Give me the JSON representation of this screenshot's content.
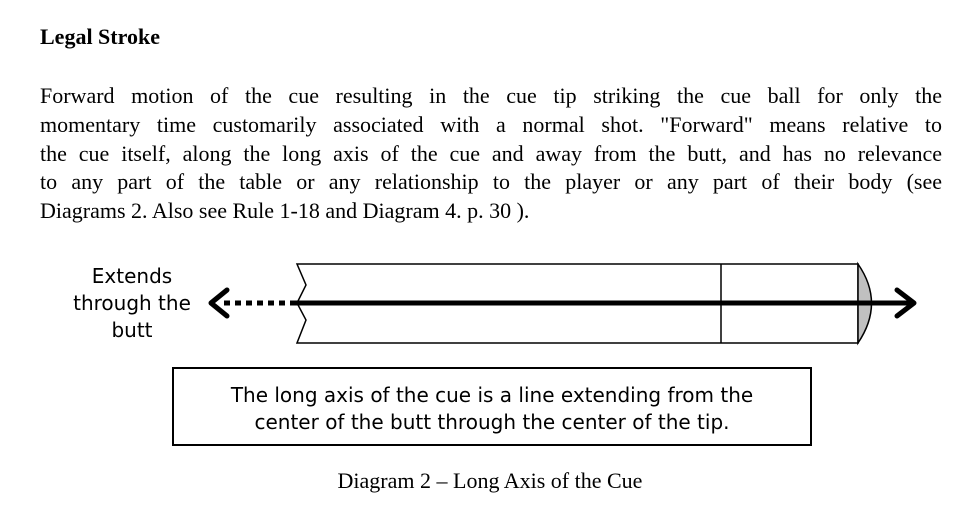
{
  "heading": "Legal Stroke",
  "paragraph_lines": [
    "Forward motion of the cue resulting in the cue tip striking the cue ball for only the",
    "momentary time customarily associated with a normal shot.  \"Forward\" means relative to",
    "the cue itself, along the long axis of the cue and away from the butt, and has no relevance",
    "to any part of the table or any relationship to the player or any part of their body (see",
    "Diagrams 2.  Also see Rule 1-18 and Diagram 4. p. 30 )."
  ],
  "diagram": {
    "butt_label": [
      "Extends",
      "through the",
      "butt"
    ],
    "box_text": [
      "The long axis of the cue is a line extending from the",
      "center of the butt through the center of the tip."
    ],
    "tip_color": "#c0c0c0",
    "caption": "Diagram 2 – Long Axis of the Cue"
  }
}
